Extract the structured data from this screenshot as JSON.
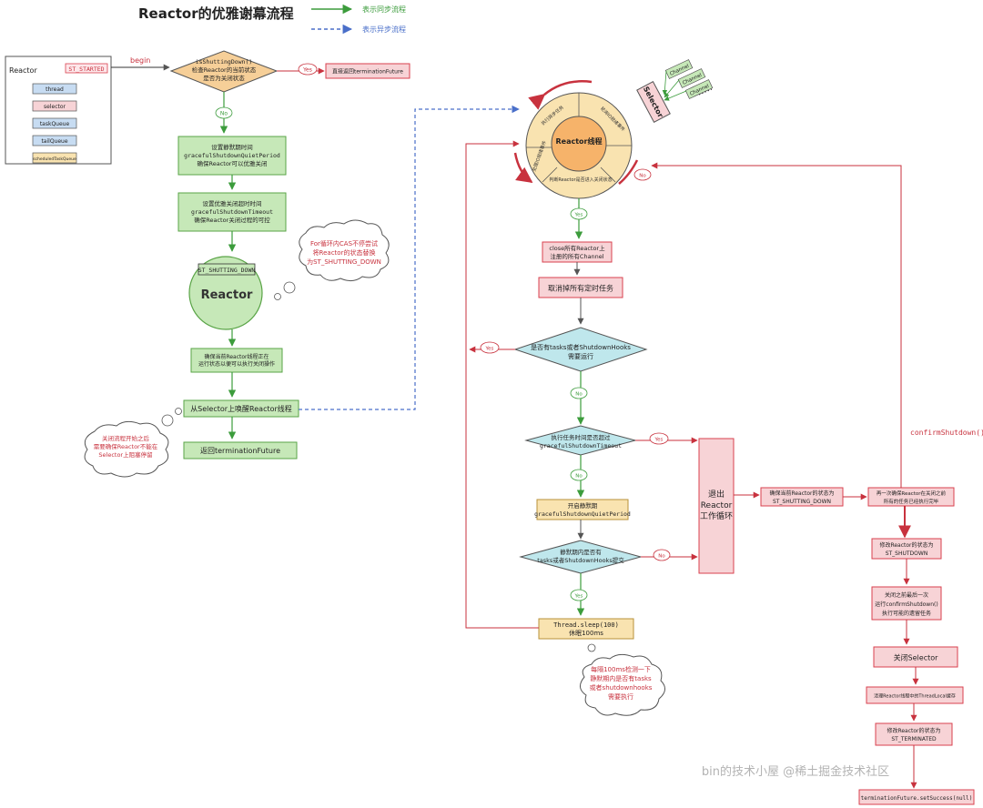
{
  "title": "Reactor的优雅谢幕流程",
  "legend": {
    "sync": "表示同步流程",
    "async": "表示异步流程"
  },
  "struct": {
    "label": "Reactor",
    "state": "ST_STARTED",
    "fields": [
      "thread",
      "selector",
      "taskQueue",
      "tailQueue",
      "scheduledTaskQueue"
    ]
  },
  "left": {
    "begin": "begin",
    "check": [
      "isShuttingDown()",
      "检查Reactor的当前状态",
      "是否为关闭状态"
    ],
    "yes": "Yes",
    "yes_result": "直接返回terminationFuture",
    "no": "No",
    "quiet": [
      "设置静默期时间",
      "gracefulShutdownQuietPeriod",
      "确保Reactor可以优雅关闭"
    ],
    "timeout": [
      "设置优雅关闭超时时间",
      "gracefulShutdownTimeout",
      "确保Reactor关闭过程的可控"
    ],
    "cas_note": [
      "For循环内CAS不停尝试",
      "将Reactor的状态替换",
      "为ST_SHUTTING_DOWN"
    ],
    "reactor_state": "ST_SHUTTING_DOWN",
    "reactor": "Reactor",
    "ensure": [
      "确保当前Reactor线程正在",
      "运行状态以便可以执行关闭操作"
    ],
    "wakeup": "从Selector上唤醒Reactor线程",
    "wakeup_note": [
      "关闭流程开始之后",
      "需要确保Reactor不能在",
      "Selector上阻塞停留"
    ],
    "return": "返回terminationFuture"
  },
  "wheel": {
    "center": "Reactor线程",
    "sectors": [
      "执行异步任务",
      "轮询IO就绪事件",
      "处理IO就绪事件",
      "判断Reactor是否进入关闭状态"
    ],
    "selector": "Selector",
    "channels": [
      "Channel",
      "Channel",
      "Channel"
    ],
    "yes": "Yes",
    "no": "No"
  },
  "mid": {
    "close_channels": [
      "close所有Reactor上",
      "注册的所有Channel"
    ],
    "cancel_tasks": "取消掉所有定时任务",
    "has_tasks": [
      "是否有tasks或者ShutdownHooks",
      "需要运行"
    ],
    "yes1": "Yes",
    "no1": "No",
    "exceed": [
      "执行任务时间是否超过",
      "gracefulShutdownTimeout"
    ],
    "yes2": "Yes",
    "no2": "No",
    "start_quiet": [
      "开启静默期",
      "gracefulShutdownQuietPeriod"
    ],
    "in_quiet": [
      "静默期内是否有",
      "tasks或者ShutdownHooks提交"
    ],
    "no3": "No",
    "yes3": "Yes",
    "sleep": [
      "Thread.sleep(100)",
      "休眠100ms"
    ],
    "sleep_note": [
      "每隔100ms检测一下",
      "静默期内是否有tasks",
      "或者shutdownhooks",
      "需要执行"
    ],
    "exit": [
      "退出",
      "Reactor",
      "工作循环"
    ]
  },
  "right": {
    "ensure_state": [
      "确保当前Reactor的状态为",
      "ST_SHUTTING_DOWN"
    ],
    "confirm_again": [
      "再一次确保Reactor在关闭之前",
      "所有的任务已经执行完毕"
    ],
    "confirm_label": "confirmShutdown()",
    "set_shutdown": [
      "修改Reactor的状态为",
      "ST_SHUTDOWN"
    ],
    "last_confirm": [
      "关闭之前最后一次",
      "运行confirmShutdown()",
      "执行可能的遗留任务"
    ],
    "close_selector": "关闭Selector",
    "clean_tl": "清理Reactor线程中的ThreadLocal缓存",
    "set_terminated": [
      "修改Reactor的状态为",
      "ST_TERMINATED"
    ],
    "set_success": "terminationFuture.setSuccess(null)"
  },
  "watermark": "bin的技术小屋 @稀土掘金技术社区",
  "colors": {
    "green_fill": "#c6e8b8",
    "green_stroke": "#5aa447",
    "red_fill": "#f7d3d6",
    "red_stroke": "#d9424f",
    "orange_fill": "#f6cf98",
    "yellow_fill": "#f9e3b0",
    "cyan_fill": "#bfe7ec",
    "blue_fill": "#c7dcf2",
    "sync_line": "#3c9c3c",
    "async_line": "#4a6fc9"
  }
}
